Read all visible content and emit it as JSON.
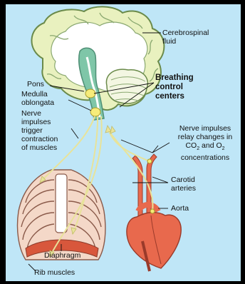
{
  "labels": {
    "csf": [
      "Cerebrospinal",
      "fluid"
    ],
    "breathing": [
      "Breathing",
      "control",
      "centers"
    ],
    "pons": "Pons",
    "medulla": [
      "Medulla",
      "oblongata"
    ],
    "nerve_trigger": [
      "Nerve",
      "impulses",
      "trigger",
      "contraction",
      "of muscles"
    ],
    "nerve_relay": [
      "Nerve impulses",
      "relay changes in"
    ],
    "co2_prefix": "CO",
    "co2_sub": "2",
    "co2_mid": " and O",
    "o2_sub": "2",
    "concentrations": "concentrations",
    "carotid": [
      "Carotid",
      "arteries"
    ],
    "aorta": "Aorta",
    "diaphragm": "Diaphragm",
    "rib_muscles": "Rib muscles"
  },
  "colors": {
    "background": "#bfe6f7",
    "brain_outer": "#e9f1bf",
    "brain_inner": "#ffffff",
    "brainstem": "#7fc6a8",
    "centers": "#f6ec7a",
    "nerve": "#e8e39a",
    "heart": "#e8694d",
    "ribs": "#f4d8c8",
    "diaphragm": "#d8573c"
  }
}
